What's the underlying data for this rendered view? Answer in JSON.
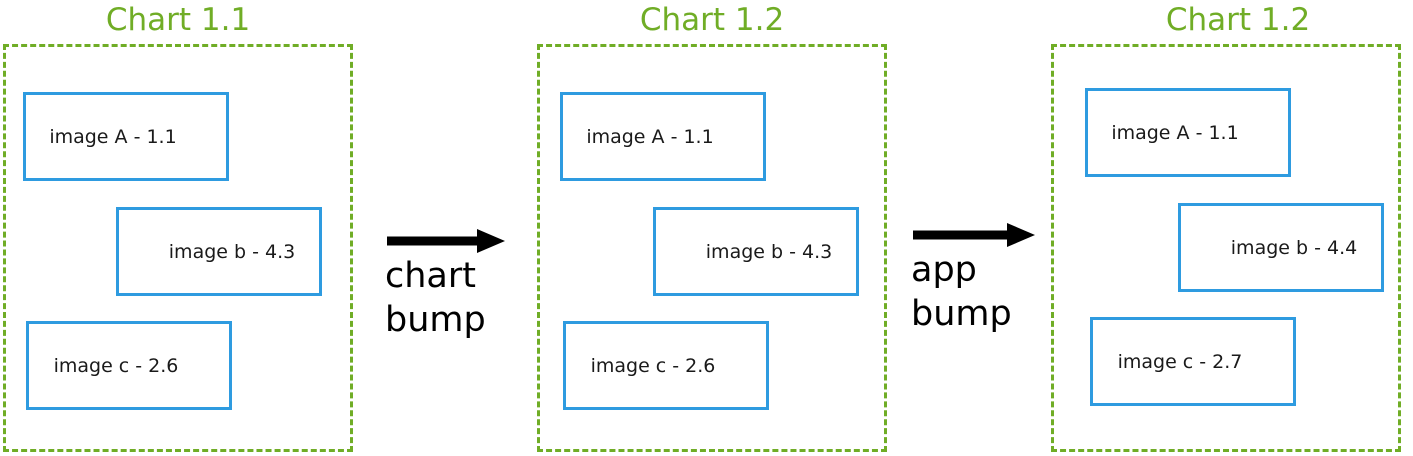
{
  "diagram": {
    "title_color": "#70AD26",
    "box_border_color": "#2E9BE0",
    "arrow_color": "#000000",
    "background": "#ffffff"
  },
  "panels": [
    {
      "title": "Chart 1.1",
      "boxes": [
        {
          "label": "image A - 1.1"
        },
        {
          "label": "image b - 4.3"
        },
        {
          "label": "image c - 2.6"
        }
      ]
    },
    {
      "title": "Chart 1.2",
      "boxes": [
        {
          "label": "image A - 1.1"
        },
        {
          "label": "image b - 4.3"
        },
        {
          "label": "image c - 2.6"
        }
      ]
    },
    {
      "title": "Chart 1.2",
      "boxes": [
        {
          "label": "image A - 1.1"
        },
        {
          "label": "image b - 4.4"
        },
        {
          "label": "image c - 2.7"
        }
      ]
    }
  ],
  "arrows": [
    {
      "line1": "chart",
      "line2": "bump"
    },
    {
      "line1": "app",
      "line2": "bump"
    }
  ]
}
